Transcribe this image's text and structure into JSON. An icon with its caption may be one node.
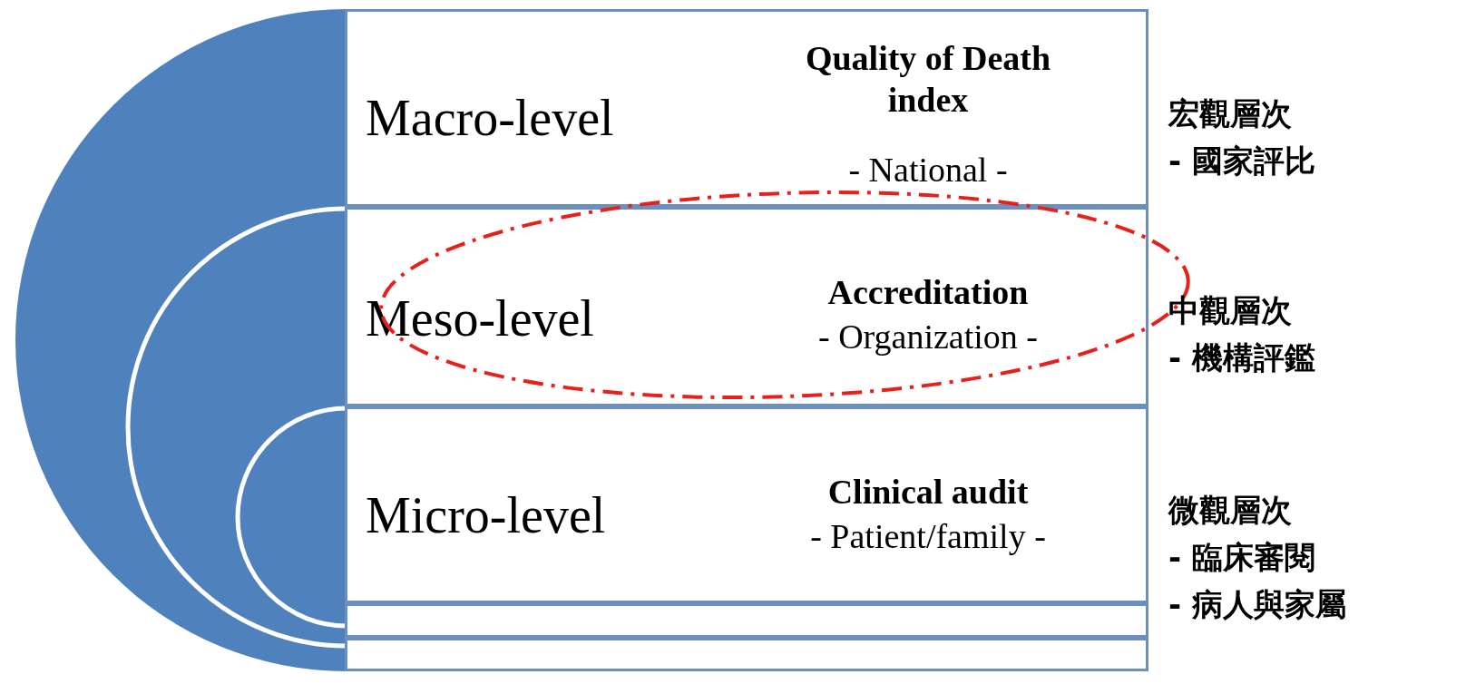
{
  "diagram": {
    "nodes": [
      {
        "text": [
          "Macro-level",
          "Quality of Death index",
          "- National -"
        ],
        "beside": [
          "宏觀層次",
          "- 國家評比"
        ]
      },
      {
        "text": [
          "Meso-level",
          "Accreditation",
          "- Organization -"
        ],
        "beside": [
          "中觀層次",
          "- 機構評鑑"
        ]
      },
      {
        "text": [
          "Micro-level",
          "Clinical audit",
          "- Patient/family -"
        ],
        "beside": [
          "微觀層次",
          "- 臨床審閱",
          "- 病人與家屬"
        ]
      },
      {
        "text": [],
        "shape": "box"
      },
      {
        "text": [],
        "shape": "box"
      }
    ],
    "edges": []
  }
}
